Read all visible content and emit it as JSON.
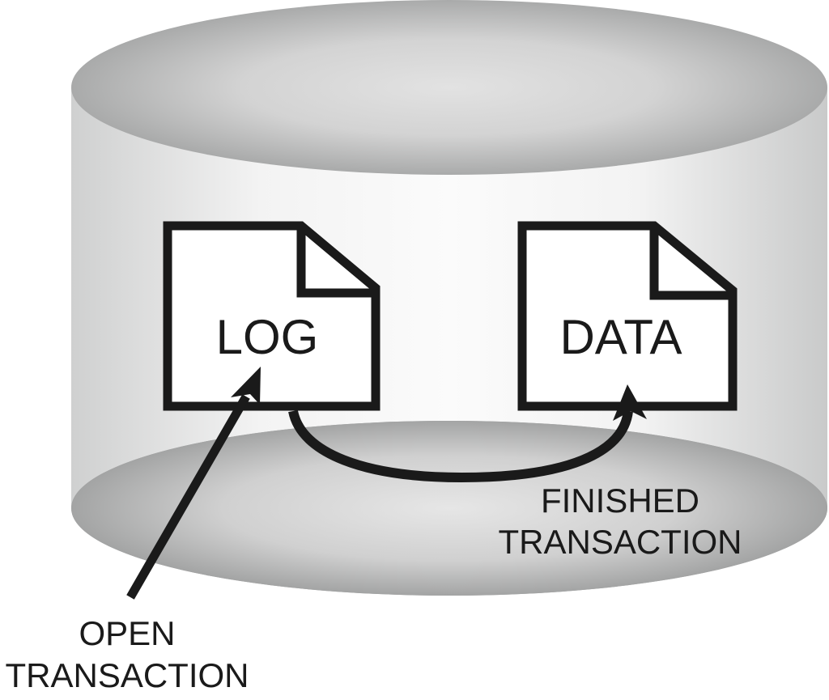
{
  "diagram": {
    "title": "Database transaction log diagram",
    "container": {
      "name": "database-cylinder"
    },
    "documents": [
      {
        "id": "log",
        "label": "LOG"
      },
      {
        "id": "data",
        "label": "DATA"
      }
    ],
    "arrows": [
      {
        "id": "open-transaction-arrow",
        "from": "open-transaction-label",
        "to": "log"
      },
      {
        "id": "finished-transaction-arrow",
        "from": "log",
        "to": "data"
      }
    ],
    "labels": {
      "open_transaction": [
        "OPEN",
        "TRANSACTION"
      ],
      "finished_transaction": [
        "FINISHED",
        "TRANSACTION"
      ]
    },
    "colors": {
      "stroke": "#1a1a1a",
      "document_fill": "#ffffff",
      "cylinder_light": "#f7f7f7",
      "cylinder_dark": "#a8a9a9"
    }
  }
}
